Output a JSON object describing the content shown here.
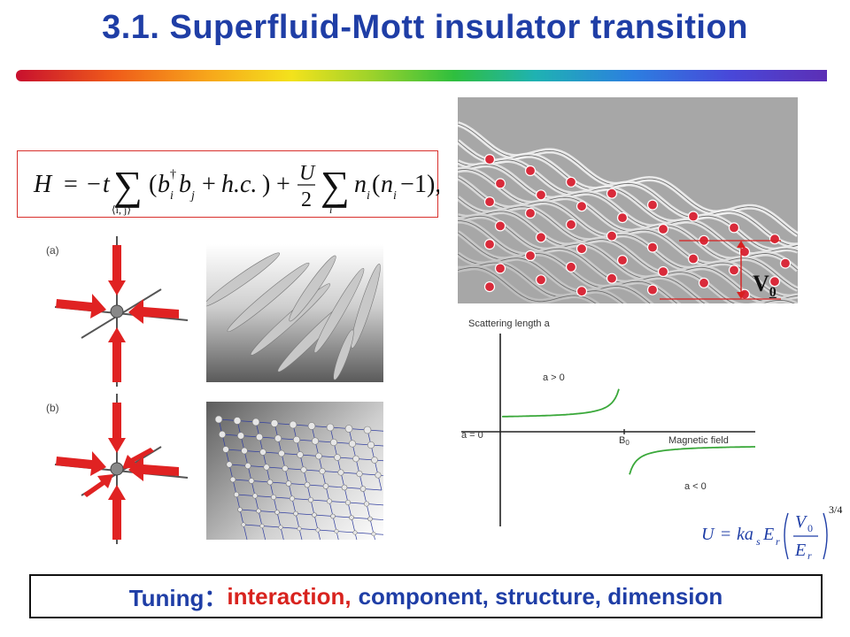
{
  "title": "3.1. Superfluid-Mott insulator transition",
  "panel_labels": {
    "a": "(a)",
    "b": "(b)"
  },
  "lattice_label": {
    "main": "V",
    "sub": "0"
  },
  "chart": {
    "ylabel": "Scattering length a",
    "xlabel": "Magnetic field",
    "a_pos": "a > 0",
    "a_neg": "a < 0",
    "a_zero": "a = 0",
    "b0_main": "B",
    "b0_sub": "0"
  },
  "tuning": {
    "prefix": "Tuning：",
    "highlight": "interaction,",
    "rest": "component, structure, dimension"
  },
  "colors": {
    "title": "#1f3ea6",
    "accent": "#d8231e",
    "curve": "#3aa83a"
  },
  "formula_image": "hubbard-hamiltonian",
  "formula2_image": "lattice-depth-formula",
  "icons": [
    "laser-beams-1d-icon",
    "laser-beams-3d-icon",
    "cigar-gas-icon",
    "atom-lattice-3d-icon"
  ]
}
